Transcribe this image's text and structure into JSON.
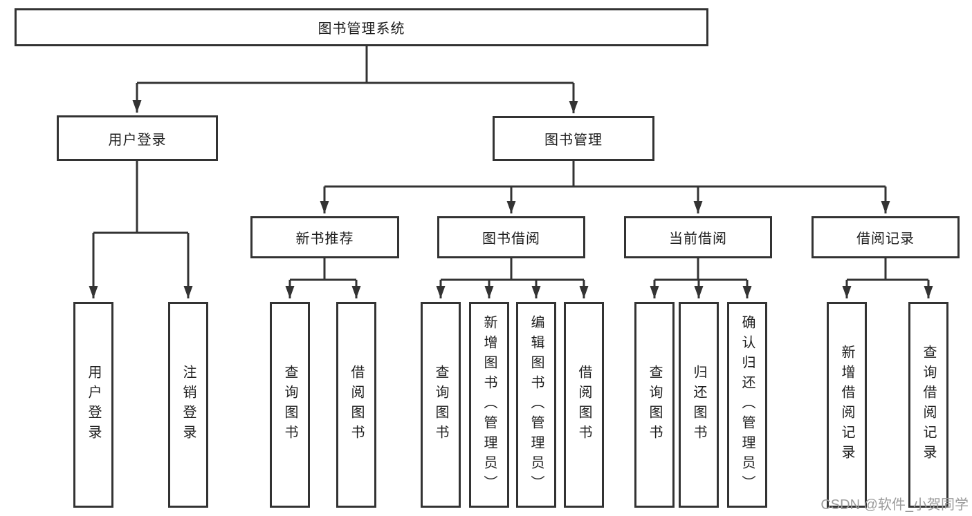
{
  "tree": {
    "root": {
      "label": "图书管理系统",
      "children": [
        {
          "label": "用户登录",
          "children": [
            {
              "label": "用户登录"
            },
            {
              "label": "注销登录"
            }
          ]
        },
        {
          "label": "图书管理",
          "children": [
            {
              "label": "新书推荐",
              "children": [
                {
                  "label": "查询图书"
                },
                {
                  "label": "借阅图书"
                }
              ]
            },
            {
              "label": "图书借阅",
              "children": [
                {
                  "label": "查询图书"
                },
                {
                  "label": "新增图书（管理员）"
                },
                {
                  "label": "编辑图书（管理员）"
                },
                {
                  "label": "借阅图书"
                }
              ]
            },
            {
              "label": "当前借阅",
              "children": [
                {
                  "label": "查询图书"
                },
                {
                  "label": "归还图书"
                },
                {
                  "label": "确认归还（管理员）"
                }
              ]
            },
            {
              "label": "借阅记录",
              "children": [
                {
                  "label": "新增借阅记录"
                },
                {
                  "label": "查询借阅记录"
                }
              ]
            }
          ]
        }
      ]
    }
  },
  "watermark": {
    "text": "CSDN @软件_小贺同学"
  },
  "colors": {
    "line": "#333333",
    "box_border": "#333333",
    "text": "#1f1f1f",
    "watermark": "#9b9b9b",
    "background": "#ffffff"
  }
}
